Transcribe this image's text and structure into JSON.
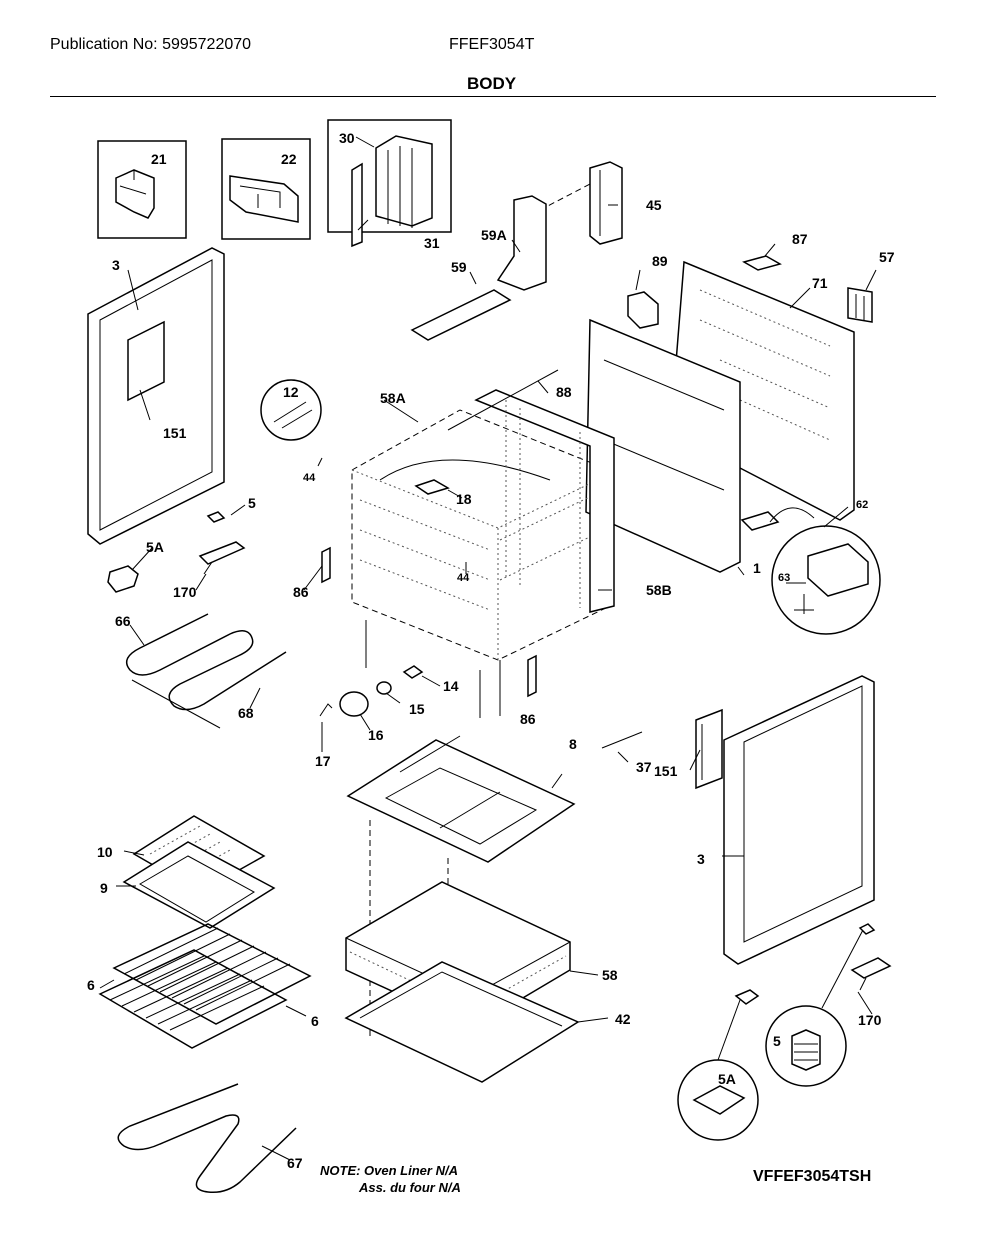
{
  "header": {
    "publication": "Publication No: 5995722070",
    "model": "FFEF3054T",
    "section_title": "BODY"
  },
  "labels": [
    "21",
    "22",
    "30",
    "31",
    "45",
    "59A",
    "59",
    "87",
    "57",
    "89",
    "71",
    "3",
    "151",
    "12",
    "58A",
    "88",
    "44",
    "18",
    "5",
    "5A",
    "170",
    "86",
    "58B",
    "62",
    "63",
    "1",
    "66",
    "68",
    "14",
    "15",
    "16",
    "17",
    "8",
    "37",
    "151",
    "3",
    "10",
    "9",
    "6",
    "6",
    "58",
    "42",
    "170",
    "5",
    "5A",
    "67",
    "86",
    "44"
  ],
  "note": {
    "line1": "NOTE: Oven Liner N/A",
    "line2": "Ass. du four N/A"
  },
  "diagram_code": "VFFEF3054TSH"
}
